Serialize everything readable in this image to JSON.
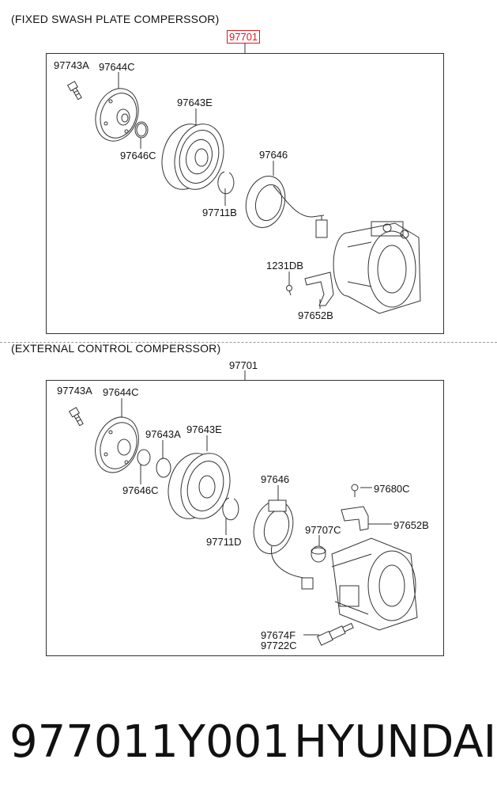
{
  "section1": {
    "title": "(FIXED SWASH PLATE COMPERSSOR)",
    "assembly_number": "97701",
    "labels": {
      "bolt": "97743A",
      "hub": "97644C",
      "pulley": "97643E",
      "shim": "97646C",
      "coil": "97646",
      "snap_ring": "97711B",
      "screw": "1231DB",
      "bracket": "97652B"
    }
  },
  "section2": {
    "title": "(EXTERNAL CONTROL COMPERSSOR)",
    "assembly_number": "97701",
    "labels": {
      "bolt": "97743A",
      "hub": "97644C",
      "ring": "97643A",
      "pulley": "97643E",
      "shim": "97646C",
      "coil": "97646",
      "screw": "97680C",
      "bracket": "97652B",
      "valve": "97707C",
      "snap_ring": "97711D",
      "sensor_a": "97674F",
      "sensor_b": "97722C"
    }
  },
  "footer": {
    "part_number": "977011Y001",
    "brand": "HYUNDAI"
  },
  "colors": {
    "highlight": "#d21f26",
    "line": "#333333"
  }
}
